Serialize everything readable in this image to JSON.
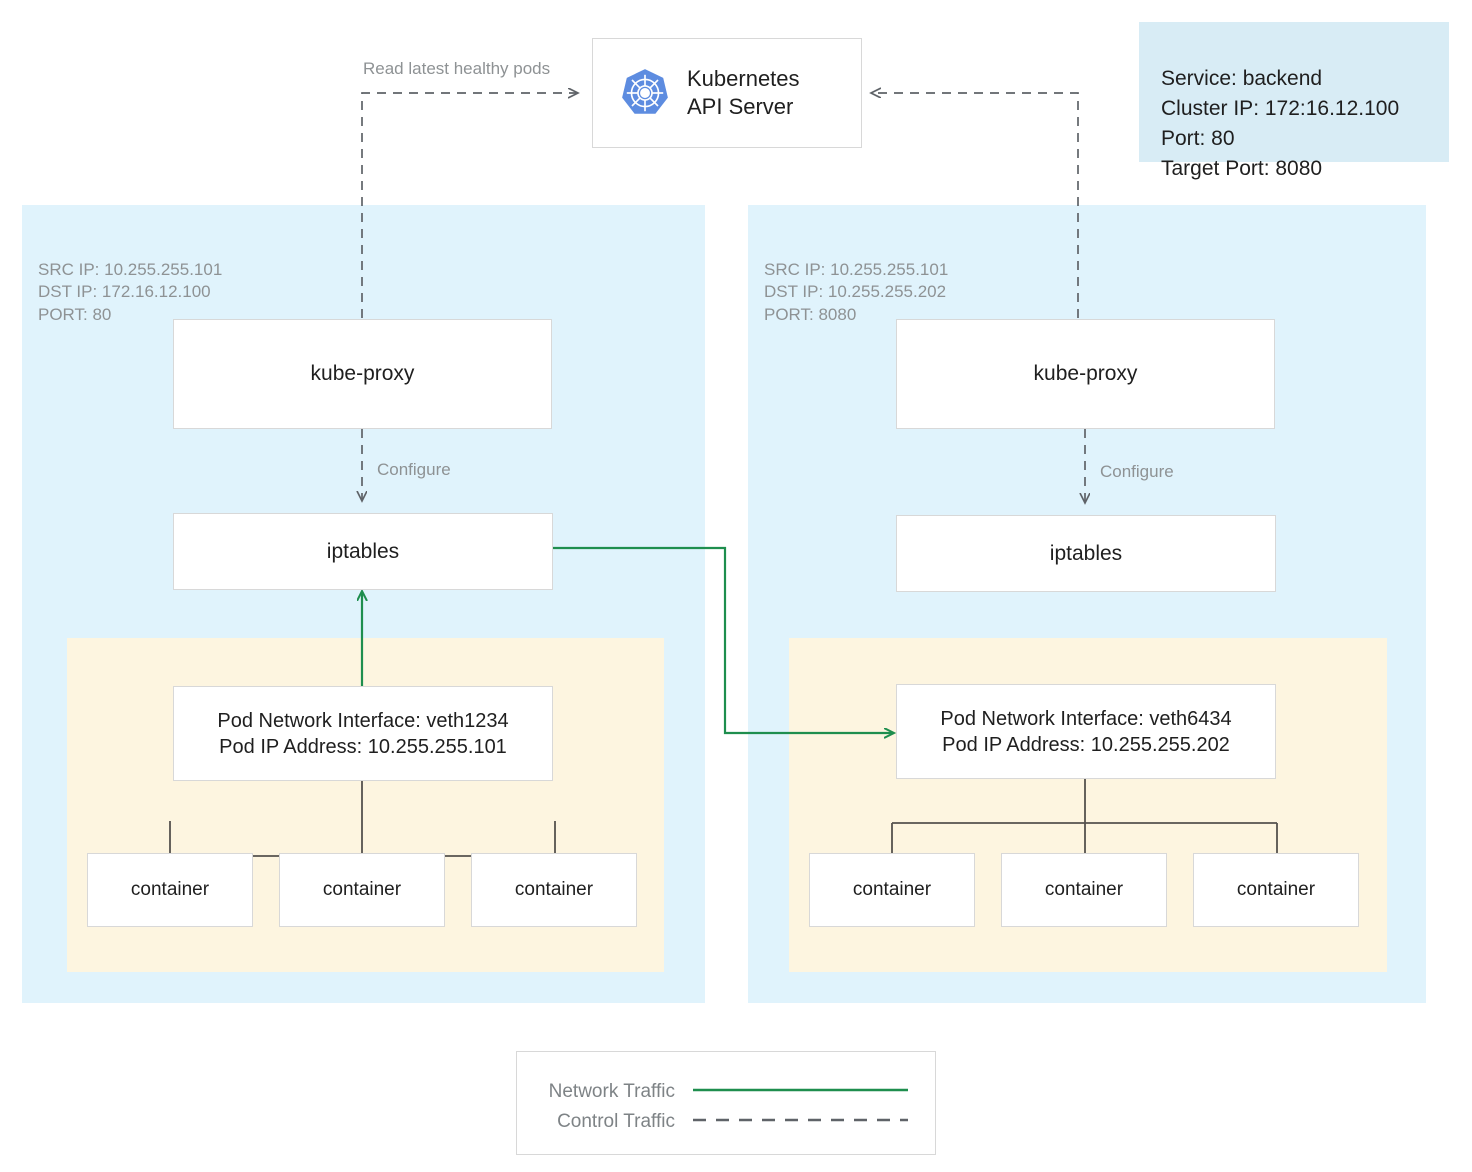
{
  "diagram": {
    "title": "Kubernetes kube-proxy iptables service routing",
    "colors": {
      "node_panel": "#e0f3fc",
      "pod_area": "#fdf5e0",
      "service_callout": "#d8ecf5",
      "network_traffic": "#1e8e4e",
      "control_traffic": "#5f6368",
      "box_border": "#d8d8d8",
      "muted_text": "#8e9294",
      "k8s_blue": "#5d8ce0"
    }
  },
  "api_server": {
    "icon": "kubernetes-logo-icon",
    "label": "Kubernetes\nAPI Server"
  },
  "service_info": {
    "text": "Service: backend\nCluster IP: 172:16.12.100\nPort: 80\nTarget Port: 8080",
    "lines": [
      "Service: backend",
      "Cluster IP: 172:16.12.100",
      "Port: 80",
      "Target Port: 8080"
    ]
  },
  "edge_labels": {
    "read_pods": "Read latest healthy pods",
    "configure_left": "Configure",
    "configure_right": "Configure"
  },
  "nodes": [
    {
      "id": "left",
      "meta": "SRC IP: 10.255.255.101\nDST IP: 172.16.12.100\nPORT: 80",
      "meta_lines": [
        "SRC IP: 10.255.255.101",
        "DST IP: 172.16.12.100",
        "PORT: 80"
      ],
      "kube_proxy": "kube-proxy",
      "iptables": "iptables",
      "pod": {
        "text": "Pod Network Interface: veth1234\nPod IP Address: 10.255.255.101",
        "interface": "veth1234",
        "ip": "10.255.255.101"
      },
      "containers": [
        "container",
        "container",
        "container"
      ]
    },
    {
      "id": "right",
      "meta": "SRC IP: 10.255.255.101\nDST IP: 10.255.255.202\nPORT: 8080",
      "meta_lines": [
        "SRC IP: 10.255.255.101",
        "DST IP: 10.255.255.202",
        "PORT: 8080"
      ],
      "kube_proxy": "kube-proxy",
      "iptables": "iptables",
      "pod": {
        "text": "Pod Network Interface: veth6434\nPod IP Address: 10.255.255.202",
        "interface": "veth6434",
        "ip": "10.255.255.202"
      },
      "containers": [
        "container",
        "container",
        "container"
      ]
    }
  ],
  "legend": {
    "items": [
      {
        "label": "Network Traffic",
        "style": "solid",
        "color": "#1e8e4e"
      },
      {
        "label": "Control Traffic",
        "style": "dashed",
        "color": "#5f6368"
      }
    ]
  }
}
